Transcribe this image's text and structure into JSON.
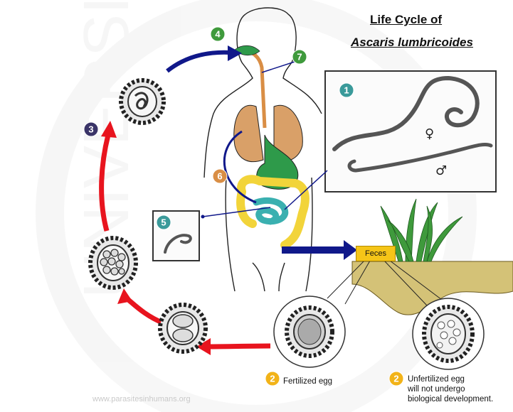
{
  "title": {
    "line1": "Life Cycle of",
    "line2": "Ascaris lumbricoides"
  },
  "stages": [
    {
      "number": "1",
      "color": "#3a9a9a"
    },
    {
      "number": "2",
      "color": "#f2b318"
    },
    {
      "number": "3",
      "color": "#3a3468"
    },
    {
      "number": "4",
      "color": "#3f9a3c"
    },
    {
      "number": "5",
      "color": "#3a9a9a"
    },
    {
      "number": "6",
      "color": "#d98e45"
    },
    {
      "number": "7",
      "color": "#3f9a3c"
    }
  ],
  "feces_label": "Feces",
  "fertilized_label": "Fertilized egg",
  "unfertilized_label": [
    "Unfertilized egg",
    "will not undergo",
    "biological development."
  ],
  "female_symbol": "♀",
  "male_symbol": "♂",
  "watermark": "www.parasitesinhumans.org",
  "colors": {
    "arrow_blue": "#10188a",
    "arrow_red": "#e8141e",
    "lungs": "#d9a068",
    "intestine_green": "#2e9a4a",
    "intestine_yellow": "#f2d43a",
    "intestine_teal": "#3ab0b0",
    "soil": "#d4c277",
    "grass": "#3f9a3c"
  }
}
